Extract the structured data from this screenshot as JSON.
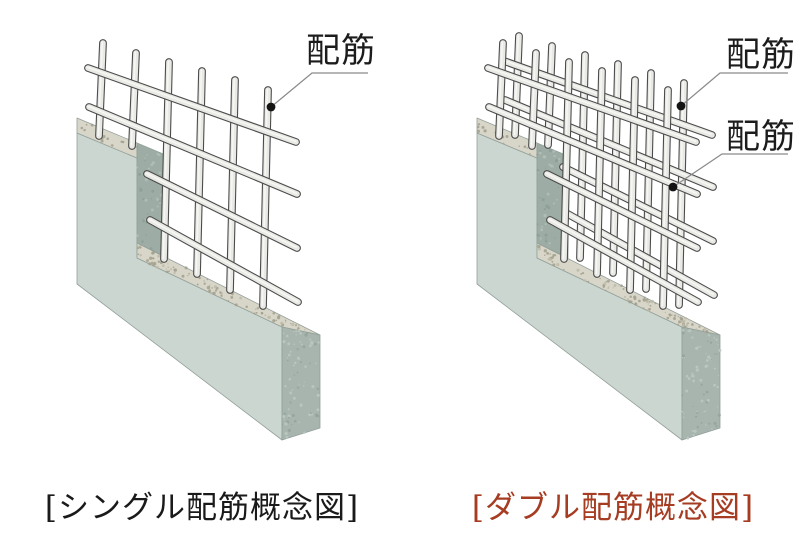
{
  "figure": {
    "description_labels": {
      "rebar": "配筋"
    }
  },
  "diagrams": [
    {
      "id": "single",
      "caption": "[シングル配筋概念図]",
      "caption_color": "#1a1a1a",
      "labels": [
        "配筋"
      ],
      "structure": {
        "rebar_layers": 1,
        "vertical_bars": 6,
        "horizontal_bars": 4
      }
    },
    {
      "id": "double",
      "caption": "[ダブル配筋概念図]",
      "caption_color": "#a63c22",
      "labels": [
        "配筋",
        "配筋"
      ],
      "structure": {
        "rebar_layers": 2,
        "vertical_bars_per_layer": 6,
        "horizontal_bars_per_layer": 4
      }
    }
  ],
  "colors": {
    "background": "#ffffff",
    "wall_front": "#cbd6d0",
    "wall_end": "#a7b5ae",
    "cut_surface": "#d8d6c8",
    "cut_panel": "#9dada5",
    "stipple_dark": "#a29f8d",
    "stipple_panel": "#8c9e96",
    "stipple_panel_light": "#b4c0b9",
    "stipple_light": "#bcc8c2",
    "stipple_end_dark": "#93a39b",
    "bar_fill": "#e9e9e6",
    "bar_highlight": "#f6f6f3",
    "bar_outline": "#4c4c4c",
    "wall_outline": "#93a09a",
    "leader_line": "#8a8a8a",
    "pointer_dot": "#141414",
    "label_text": "#1c1c1c"
  }
}
